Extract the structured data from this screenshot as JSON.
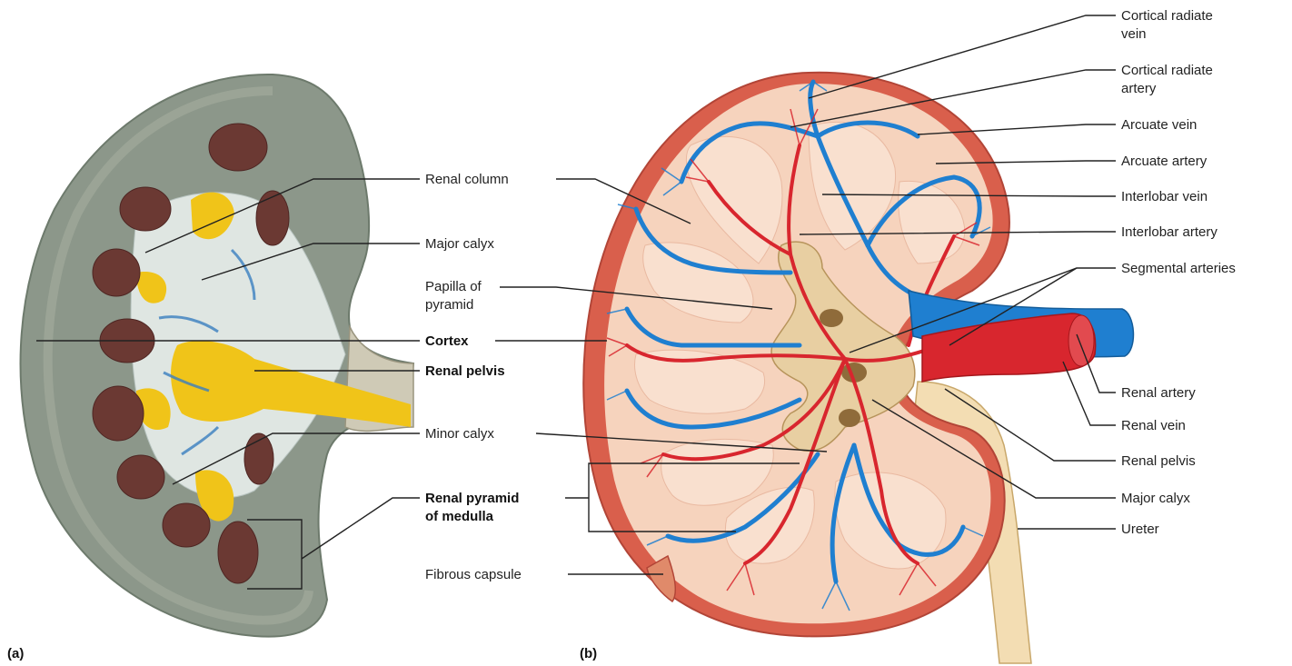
{
  "panels": {
    "a": "(a)",
    "b": "(b)"
  },
  "labels_a": {
    "renal_column": "Renal column",
    "major_calyx": "Major calyx",
    "papilla_line1": "Papilla of",
    "papilla_line2": "pyramid",
    "cortex": "Cortex",
    "renal_pelvis": "Renal pelvis",
    "minor_calyx": "Minor calyx",
    "pyramid_line1": "Renal pyramid",
    "pyramid_line2": "of medulla",
    "fibrous_capsule": "Fibrous capsule"
  },
  "labels_b": {
    "cortical_radiate_vein_1": "Cortical radiate",
    "cortical_radiate_vein_2": "vein",
    "cortical_radiate_artery_1": "Cortical radiate",
    "cortical_radiate_artery_2": "artery",
    "arcuate_vein": "Arcuate vein",
    "arcuate_artery": "Arcuate artery",
    "interlobar_vein": "Interlobar vein",
    "interlobar_artery": "Interlobar artery",
    "segmental_arteries": "Segmental arteries",
    "renal_artery": "Renal artery",
    "renal_vein": "Renal vein",
    "renal_pelvis": "Renal pelvis",
    "major_calyx": "Major calyx",
    "ureter": "Ureter"
  },
  "colors": {
    "artery": "#d8262e",
    "vein": "#1f7fd0",
    "cortex_tissue": "#f6d4bd",
    "pelvis_tissue": "#e9d2a8",
    "capsule": "#d2584a",
    "specimen": "#8a9488",
    "fat": "#f2c81c",
    "pyramid_specimen": "#6e3b34"
  }
}
